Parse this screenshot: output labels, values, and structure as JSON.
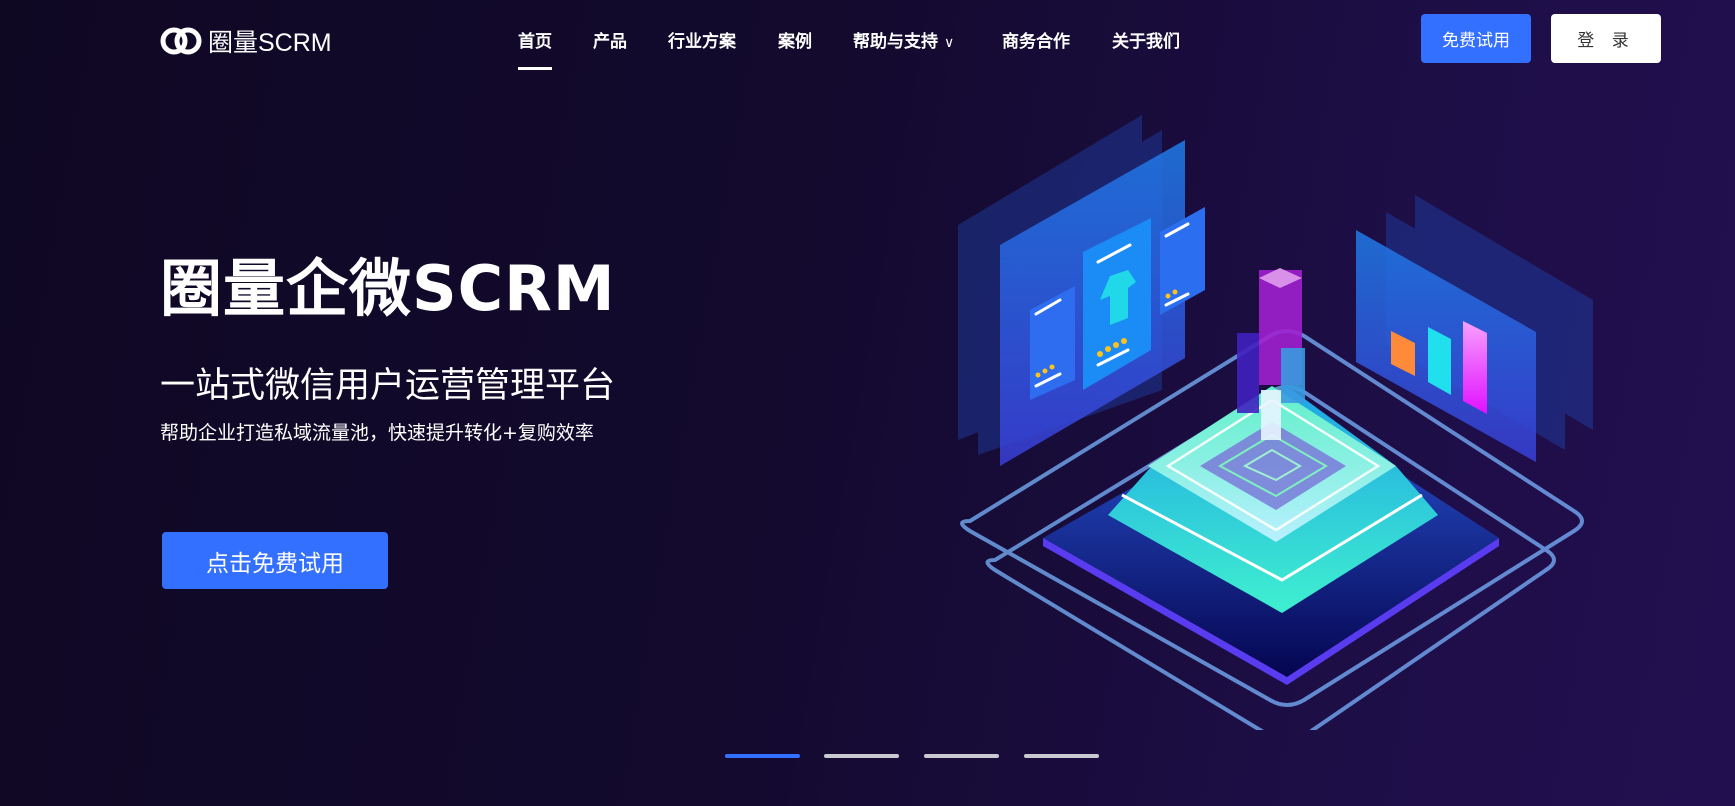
{
  "header": {
    "logo_text": "圈量SCRM",
    "nav": [
      {
        "label": "首页",
        "active": true
      },
      {
        "label": "产品"
      },
      {
        "label": "行业方案"
      },
      {
        "label": "案例"
      },
      {
        "label": "帮助与支持",
        "dropdown": true
      },
      {
        "label": "商务合作"
      },
      {
        "label": "关于我们"
      }
    ],
    "trial_button": "免费试用",
    "login_button": "登 录"
  },
  "hero": {
    "title": "圈量企微SCRM",
    "subtitle": "一站式微信用户运营管理平台",
    "description": "帮助企业打造私域流量池，快速提升转化+复购效率",
    "cta": "点击免费试用"
  },
  "carousel": {
    "count": 4,
    "active_index": 0
  },
  "colors": {
    "accent": "#3470ff",
    "background": "#130a2e"
  }
}
